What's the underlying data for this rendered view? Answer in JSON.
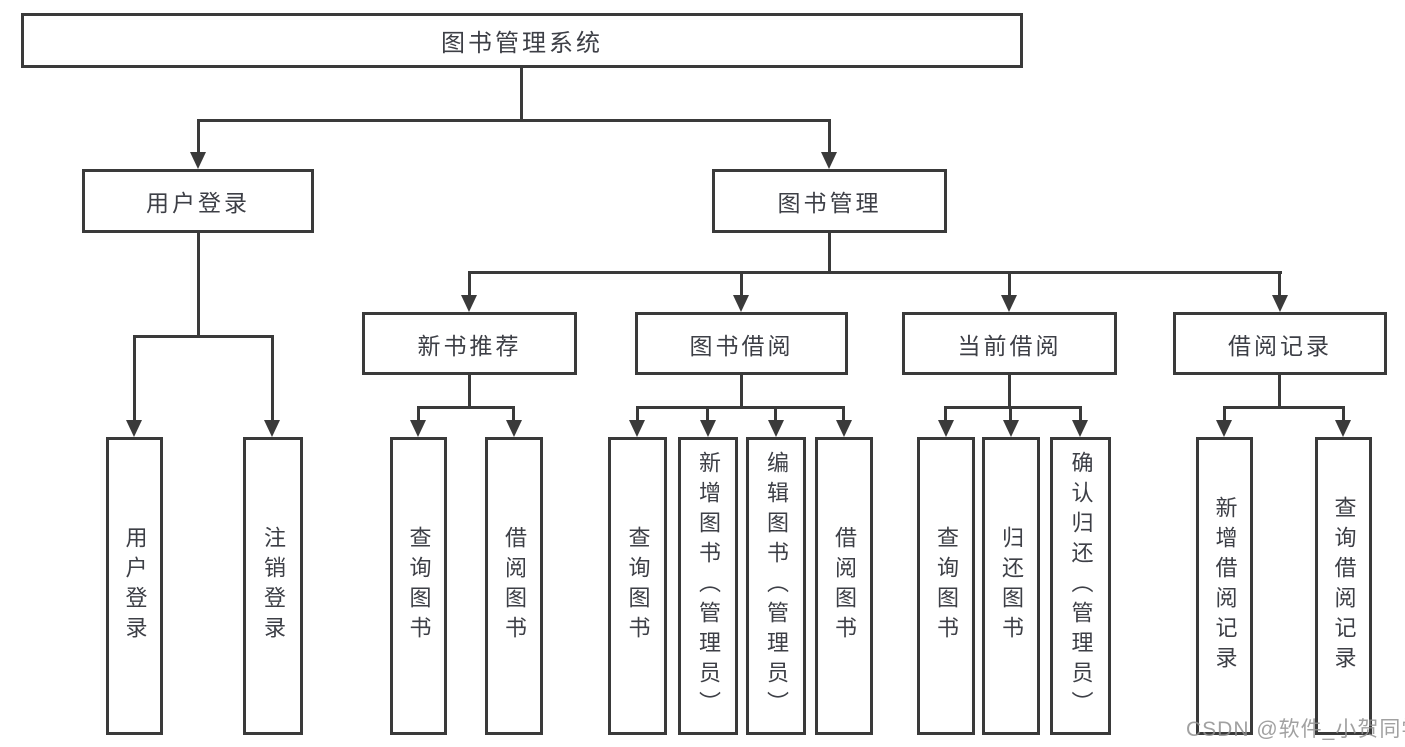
{
  "colors": {
    "line": "#3a3a3a",
    "text": "#3d3f46",
    "watermark": "#919191",
    "background": "#ffffff"
  },
  "watermark": {
    "text": "CSDN @软件_小贺同学"
  },
  "tree": {
    "root": {
      "label": "图书管理系统",
      "children": [
        {
          "label": "用户登录",
          "children": [
            {
              "label": "用户登录"
            },
            {
              "label": "注销登录"
            }
          ]
        },
        {
          "label": "图书管理",
          "children": [
            {
              "label": "新书推荐",
              "children": [
                {
                  "label": "查询图书"
                },
                {
                  "label": "借阅图书"
                }
              ]
            },
            {
              "label": "图书借阅",
              "children": [
                {
                  "label": "查询图书"
                },
                {
                  "label": "新增图书（管理员）"
                },
                {
                  "label": "编辑图书（管理员）"
                },
                {
                  "label": "借阅图书"
                }
              ]
            },
            {
              "label": "当前借阅",
              "children": [
                {
                  "label": "查询图书"
                },
                {
                  "label": "归还图书"
                },
                {
                  "label": "确认归还（管理员）"
                }
              ]
            },
            {
              "label": "借阅记录",
              "children": [
                {
                  "label": "新增借阅记录"
                },
                {
                  "label": "查询借阅记录"
                }
              ]
            }
          ]
        }
      ]
    }
  }
}
